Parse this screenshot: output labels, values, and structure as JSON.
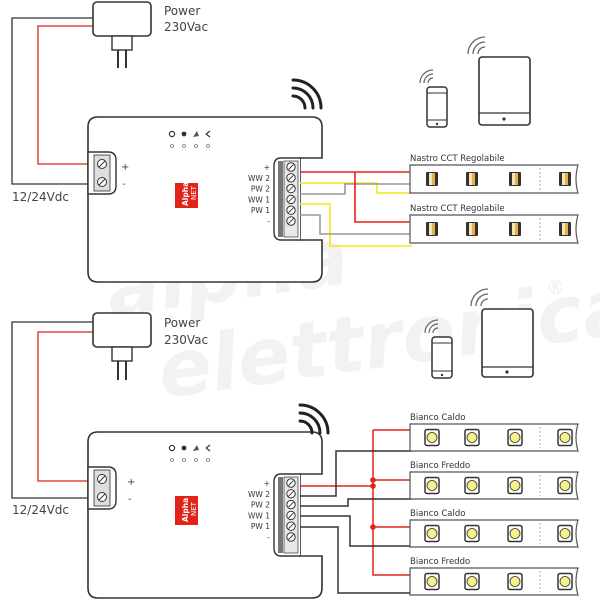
{
  "watermark": {
    "line1": "alpha",
    "line2": "elettronica",
    "mark": "®"
  },
  "diagrams": [
    {
      "id": "cct",
      "power_supply": {
        "label_line1": "Power",
        "label_line2": "230Vac"
      },
      "dc_label": "12/24Vdc",
      "input_terminals": [
        "+",
        "-"
      ],
      "logo": {
        "line1": "Alpha",
        "line2": "NET",
        "color": "#e2231a"
      },
      "output_terminals": [
        "+",
        "WW 2",
        "PW 2",
        "WW 1",
        "PW 1",
        "-"
      ],
      "strips": [
        {
          "label": "Nastro CCT Regolabile",
          "led_type": "cct"
        },
        {
          "label": "Nastro CCT Regolabile",
          "led_type": "cct"
        }
      ],
      "wire_colors": {
        "positive": "#e2231a",
        "ww": "#f5e61c",
        "pw": "#999999",
        "dc": "#333333"
      }
    },
    {
      "id": "mono",
      "power_supply": {
        "label_line1": "Power",
        "label_line2": "230Vac"
      },
      "dc_label": "12/24Vdc",
      "input_terminals": [
        "+",
        "-"
      ],
      "logo": {
        "line1": "Alpha",
        "line2": "NET",
        "color": "#e2231a"
      },
      "output_terminals": [
        "+",
        "WW 2",
        "PW 2",
        "WW 1",
        "PW 1",
        "-"
      ],
      "strips": [
        {
          "label": "Bianco Caldo",
          "led_type": "mono"
        },
        {
          "label": "Bianco Freddo",
          "led_type": "mono"
        },
        {
          "label": "Bianco Caldo",
          "led_type": "mono"
        },
        {
          "label": "Bianco Freddo",
          "led_type": "mono"
        }
      ],
      "wire_colors": {
        "positive": "#e2231a",
        "channel": "#333333",
        "dc": "#333333"
      }
    }
  ]
}
